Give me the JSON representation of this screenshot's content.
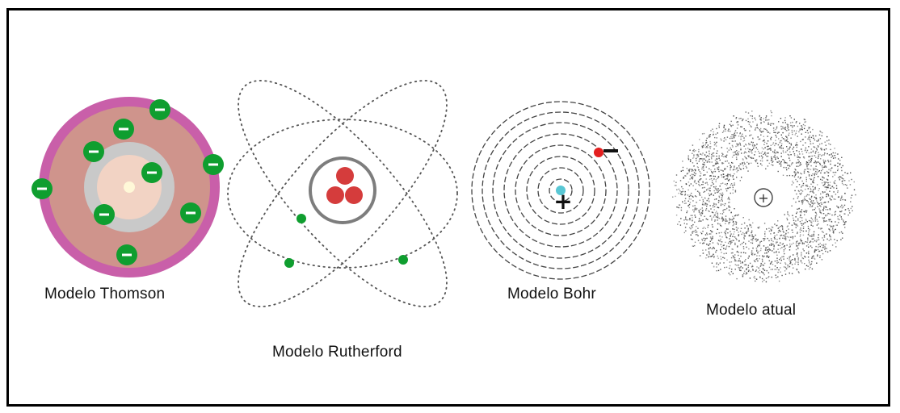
{
  "models": [
    {
      "key": "thomson",
      "caption": "Modelo Thomson"
    },
    {
      "key": "rutherford",
      "caption": "Modelo Rutherford"
    },
    {
      "key": "bohr",
      "caption": "Modelo Bohr"
    },
    {
      "key": "atual",
      "caption": "Modelo atual"
    }
  ],
  "symbols": {
    "negative": "−",
    "positive": "+"
  },
  "colors": {
    "thomson_outer_ring": "#c95fa9",
    "thomson_body": "#cf948c",
    "thomson_inner_ring": "#c9c9c9",
    "thomson_core": "#f2d3c4",
    "electron_green": "#0f9e2f",
    "rutherford_nucleus": "#d53c3c",
    "rutherford_nucleus_ring": "#7d7d7d",
    "bohr_electron": "#e41f1f",
    "bohr_nucleus": "#59c7d4",
    "cloud_gray": "#555555"
  }
}
